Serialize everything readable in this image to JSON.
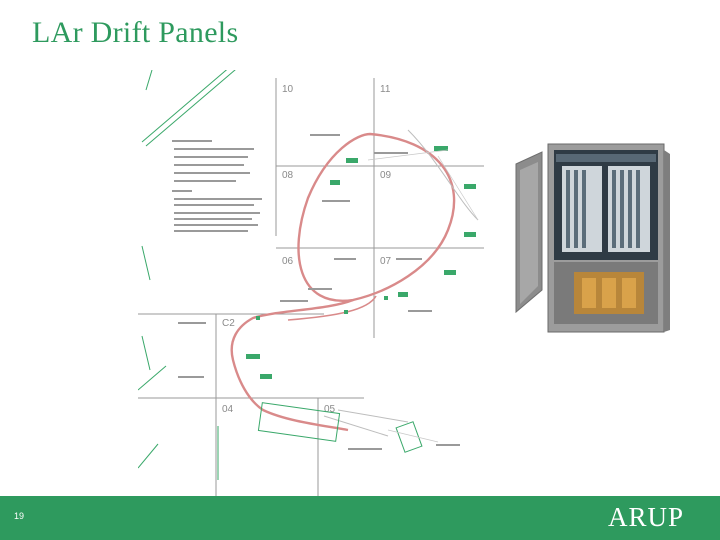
{
  "slide": {
    "title": "LAr Drift Panels",
    "page_number": "19",
    "logo": "ARUP"
  },
  "drawing": {
    "grid_labels": [
      "10",
      "11",
      "08",
      "09",
      "06",
      "07",
      "C2",
      "04",
      "05"
    ]
  },
  "colors": {
    "brand_green": "#2e9a5e",
    "drawing_line": "#d98a8a",
    "annotation": "#2e9a5e"
  }
}
